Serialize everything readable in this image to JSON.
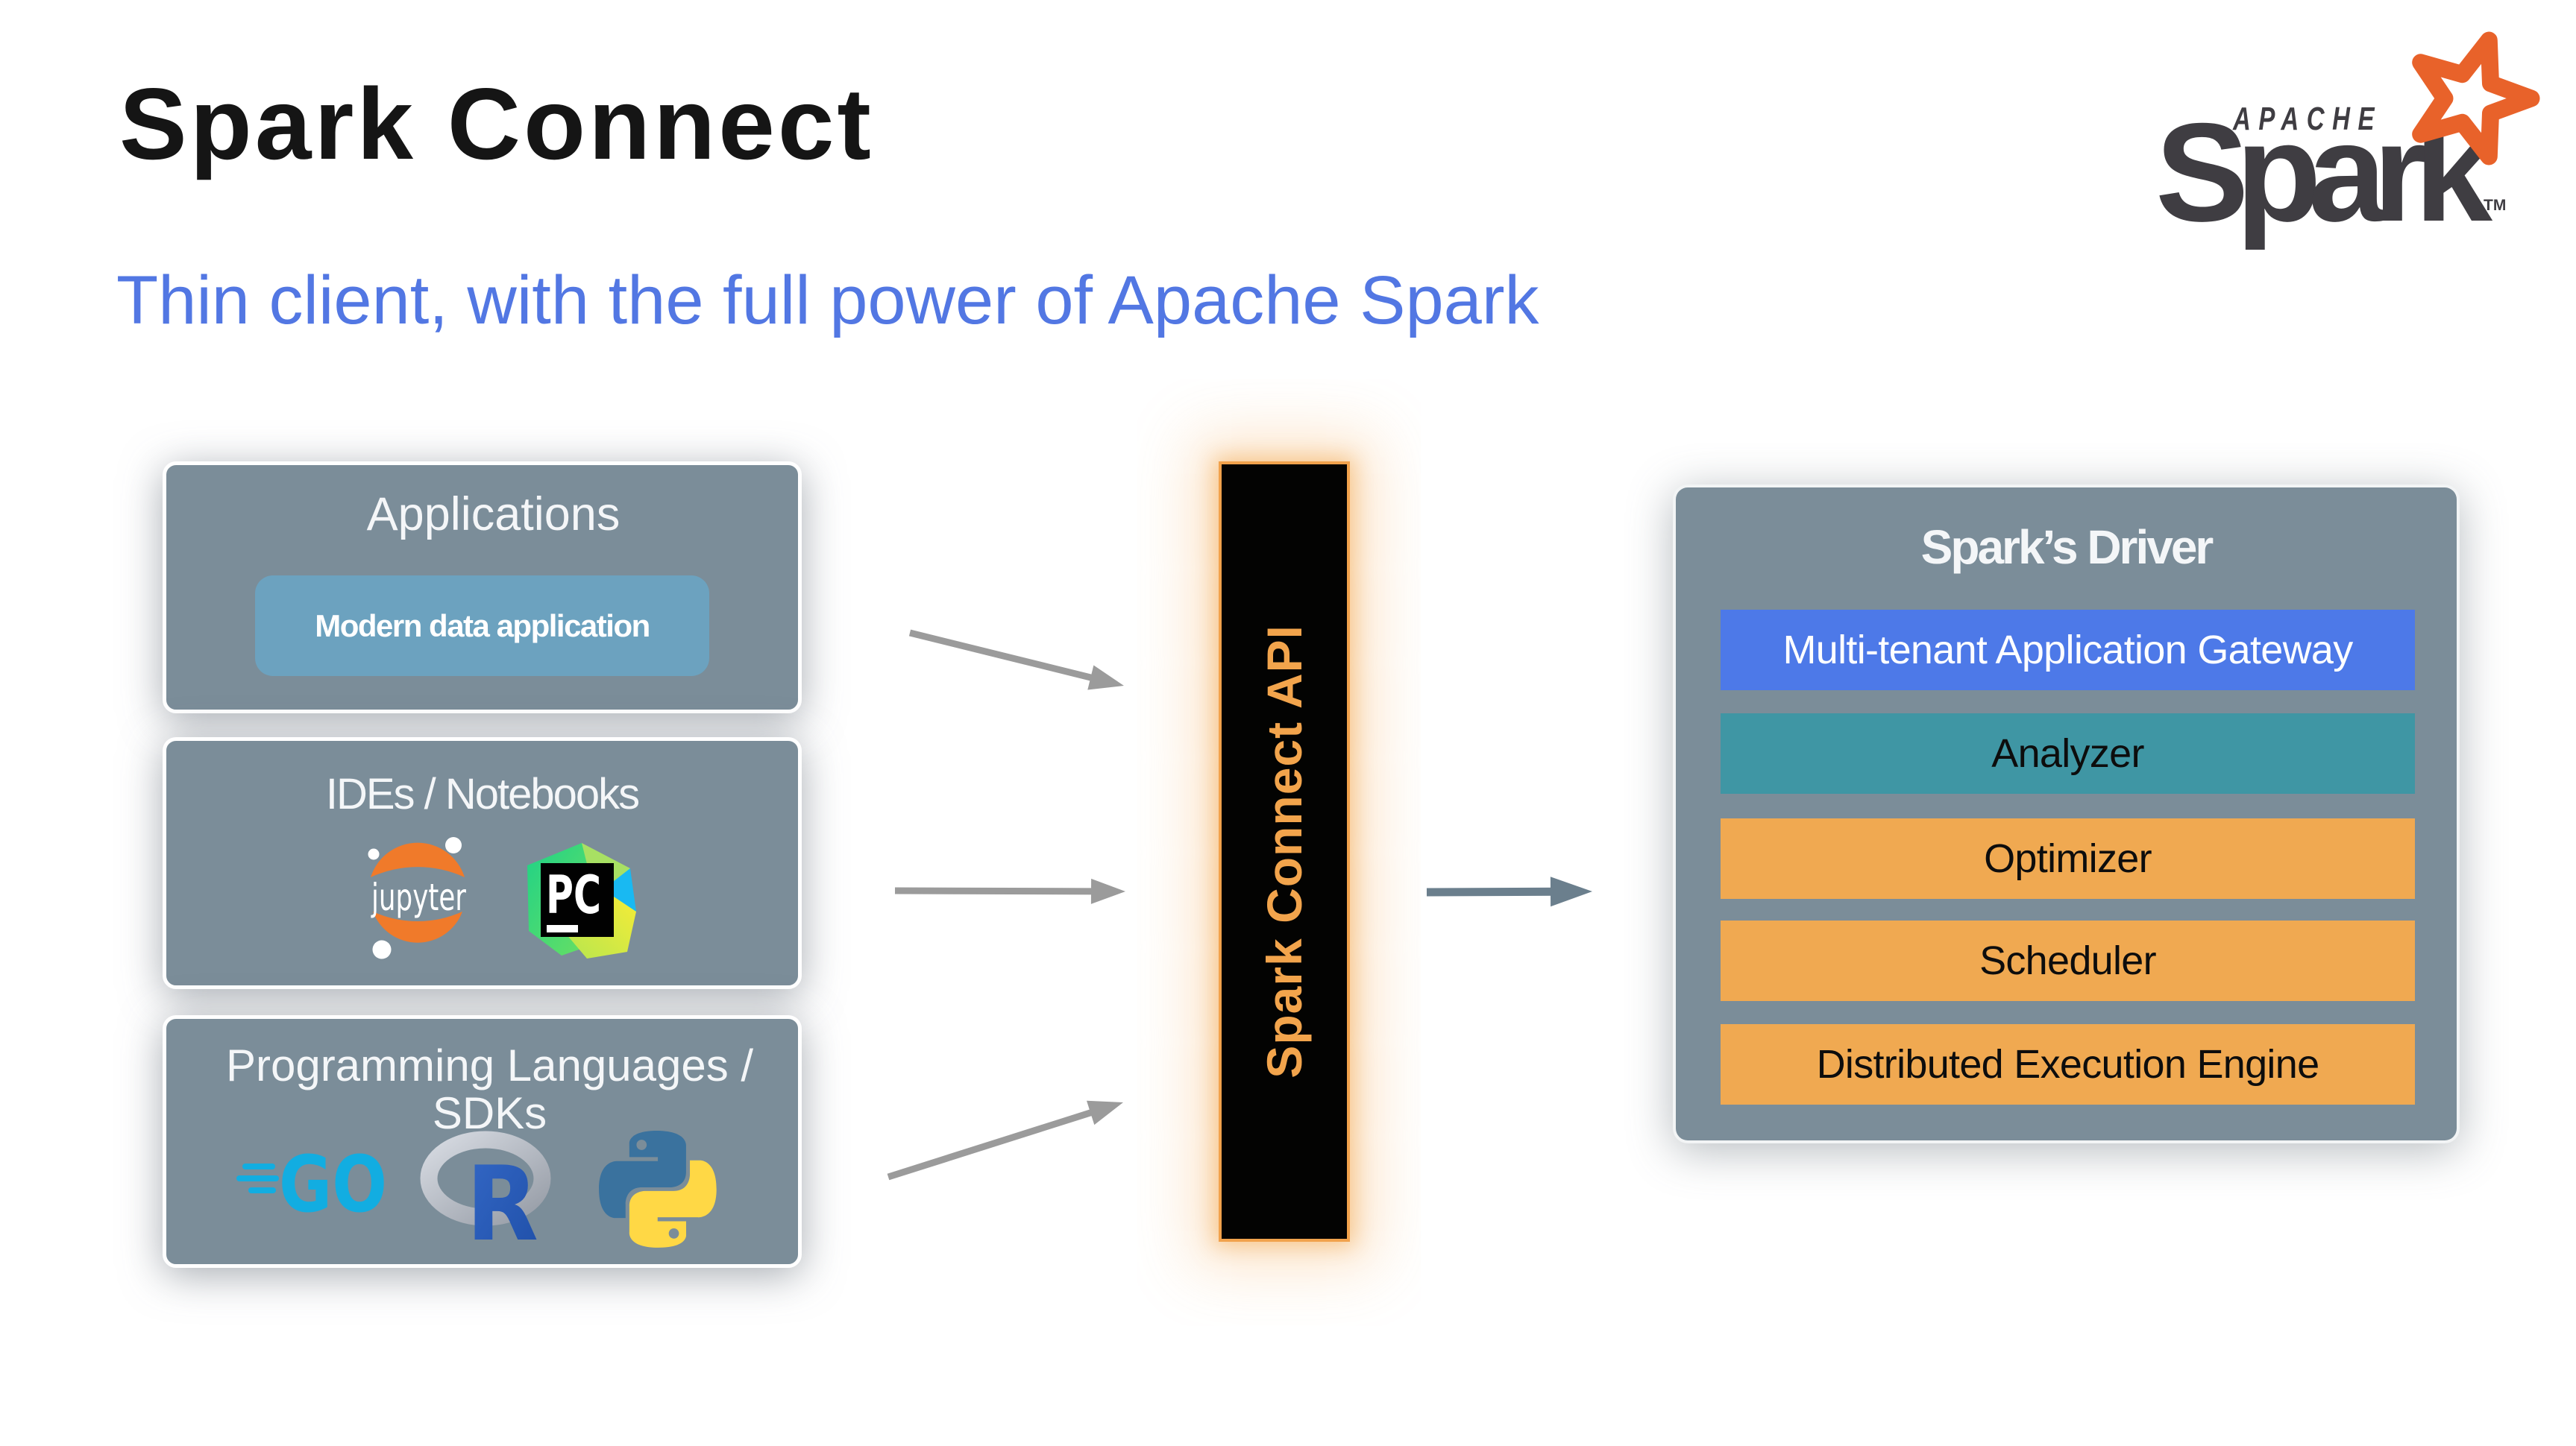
{
  "slide": {
    "title": "Spark Connect",
    "subtitle": "Thin client, with the full power of Apache Spark"
  },
  "brand": {
    "apache": "APACHE",
    "spark": "Spark",
    "trademark": "TM",
    "star_color": "#e8622a",
    "text_color": "#3f3d42"
  },
  "left_column": {
    "applications": {
      "title": "Applications",
      "item": "Modern data application",
      "item_color": "#6ca2bf"
    },
    "ides": {
      "title": "IDEs / Notebooks",
      "jupyter_label": "jupyter",
      "pycharm_label": "PC",
      "jupyter_orange": "#f07a2a",
      "pycharm_colors": [
        "#1fd287",
        "#a8e063",
        "#19b9f2",
        "#f8ec36"
      ]
    },
    "languages": {
      "title": "Programming Languages /\nSDKs",
      "go_label": "GO",
      "r_label": "R",
      "go_cyan": "#12ade1",
      "r_blue": "#2d63bb",
      "python_blue": "#3a729e",
      "python_yellow": "#ffd845"
    }
  },
  "connector": {
    "label": "Spark Connect API",
    "bar_color": "#030302",
    "accent_color": "#f2a44c"
  },
  "driver": {
    "title": "Spark’s Driver",
    "box_color": "#7b8d99",
    "layers": [
      {
        "label": "Multi-tenant Application Gateway",
        "color": "#4d79e8",
        "text_color": "#ffffff"
      },
      {
        "label": "Analyzer",
        "color": "#3f96a4",
        "text_color": "#0d0d0d"
      },
      {
        "label": "Optimizer",
        "color": "#f0a951",
        "text_color": "#0d0d0d"
      },
      {
        "label": "Scheduler",
        "color": "#f0a951",
        "text_color": "#0d0d0d"
      },
      {
        "label": "Distributed Execution Engine",
        "color": "#f0a951",
        "text_color": "#0d0d0d"
      }
    ]
  },
  "arrows": {
    "left_color": "#9b9b9b",
    "right_color": "#6b7f8d"
  }
}
